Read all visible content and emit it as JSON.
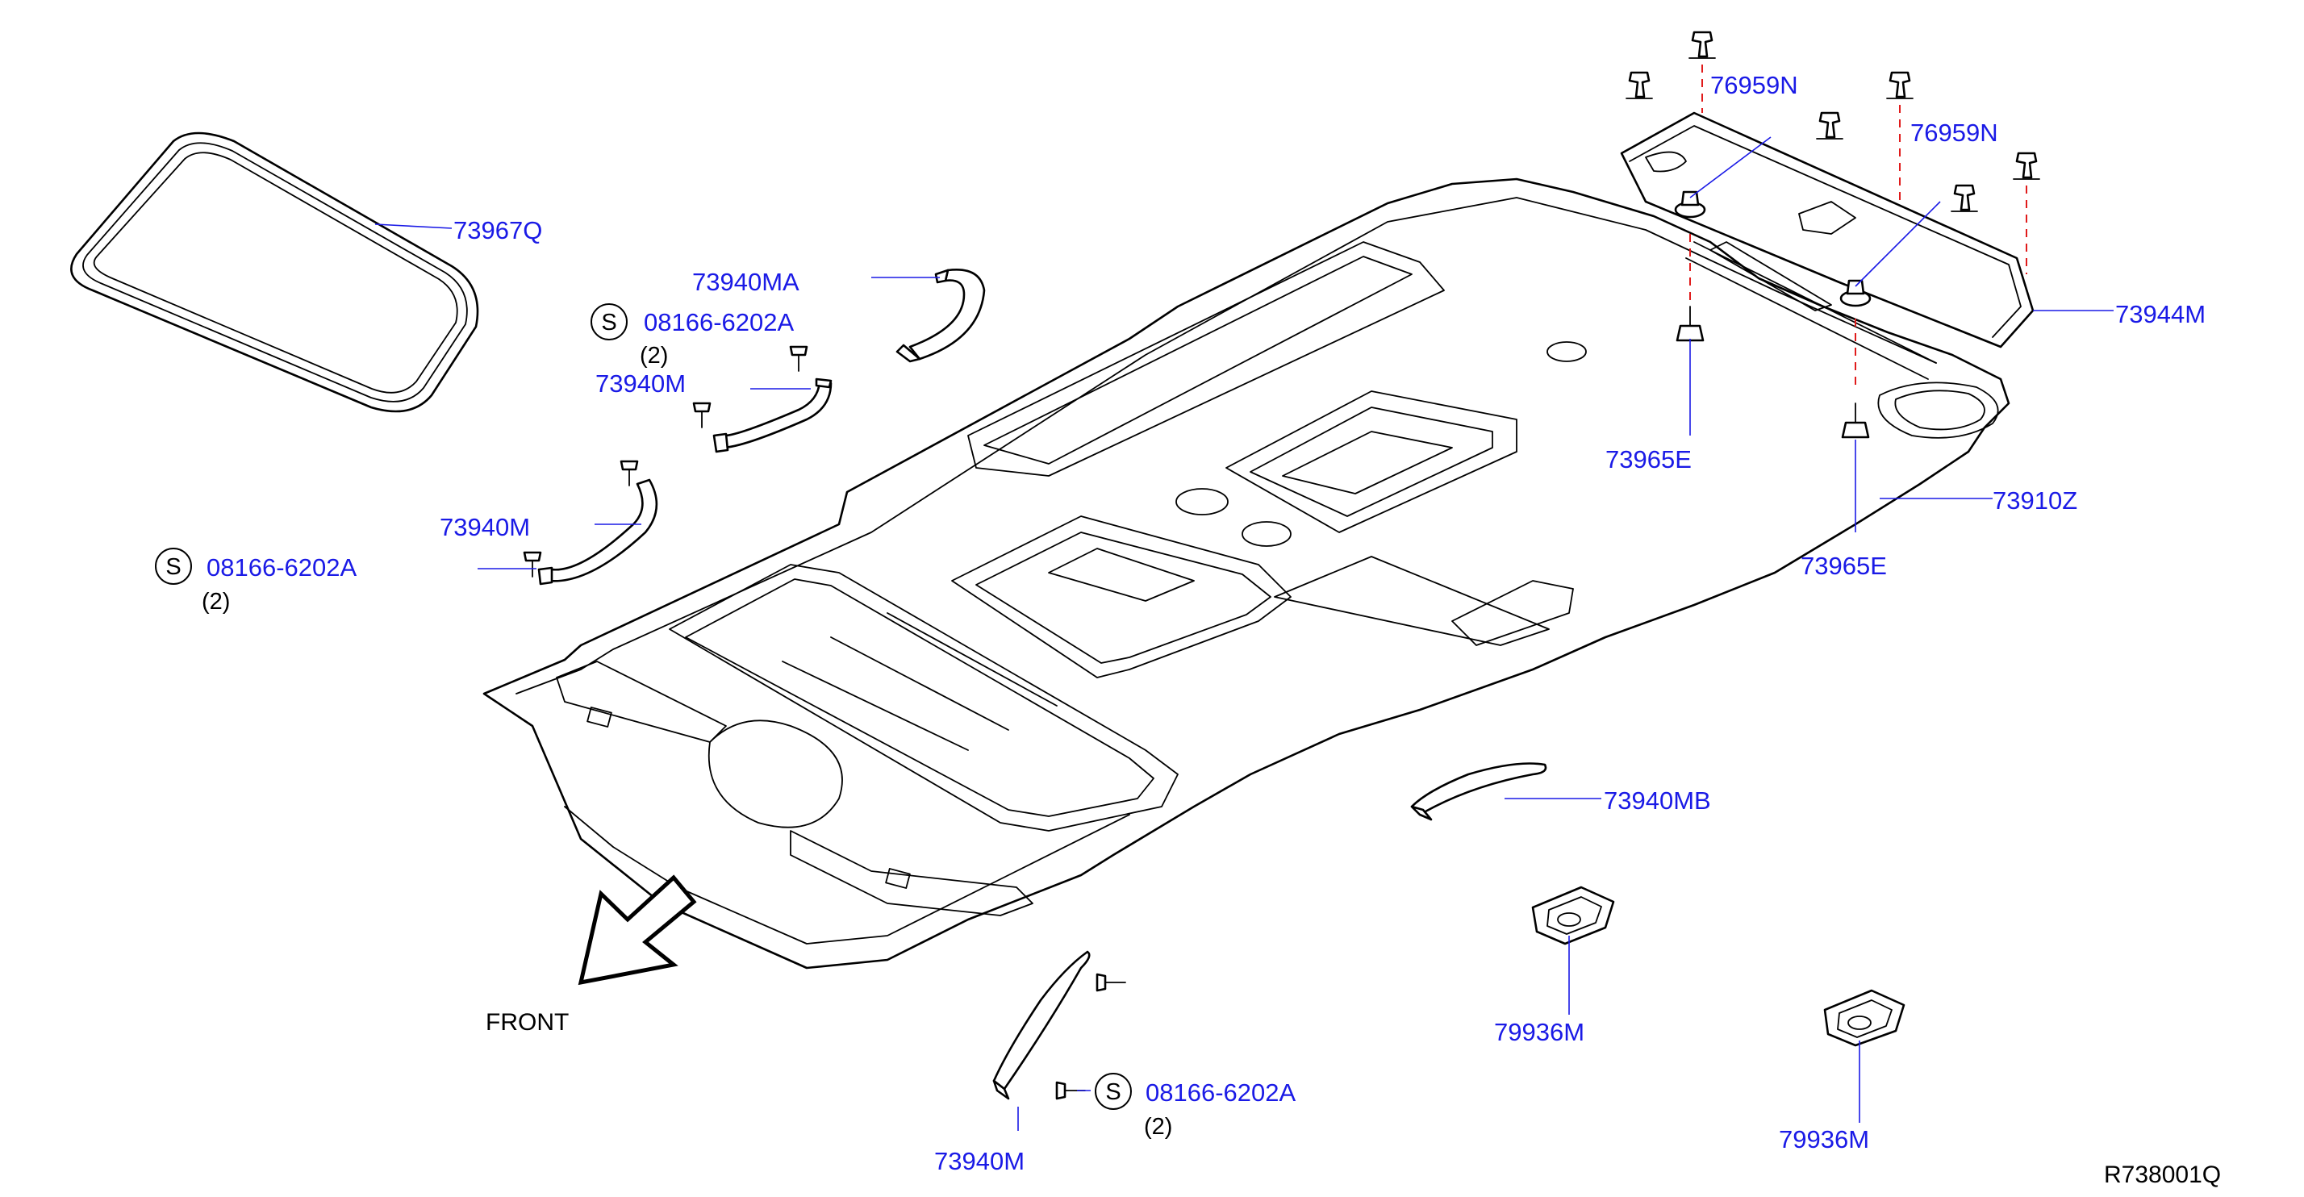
{
  "colors": {
    "label": "#1a1ae6",
    "line": "#000000",
    "clip_dash": "#e01b1b",
    "background": "#ffffff"
  },
  "labels": {
    "sunroof_seal": "73967Q",
    "assist_grip_ma": "73940MA",
    "screw_top": "08166-6202A",
    "screw_top_qty": "(2)",
    "assist_grip_m_top": "73940M",
    "assist_grip_m_left": "73940M",
    "screw_left": "08166-6202A",
    "screw_left_qty": "(2)",
    "clip_a": "76959N",
    "clip_b": "76959N",
    "rear_trim": "73944M",
    "holder_a": "73965E",
    "holder_b": "73965E",
    "headlining": "73910Z",
    "assist_grip_mb": "73940MB",
    "lamp_a": "79936M",
    "lamp_b": "79936M",
    "assist_grip_m_bottom": "73940M",
    "screw_bottom": "08166-6202A",
    "screw_bottom_qty": "(2)",
    "front": "FRONT",
    "reference": "R738001Q"
  },
  "screw_symbol": "S"
}
